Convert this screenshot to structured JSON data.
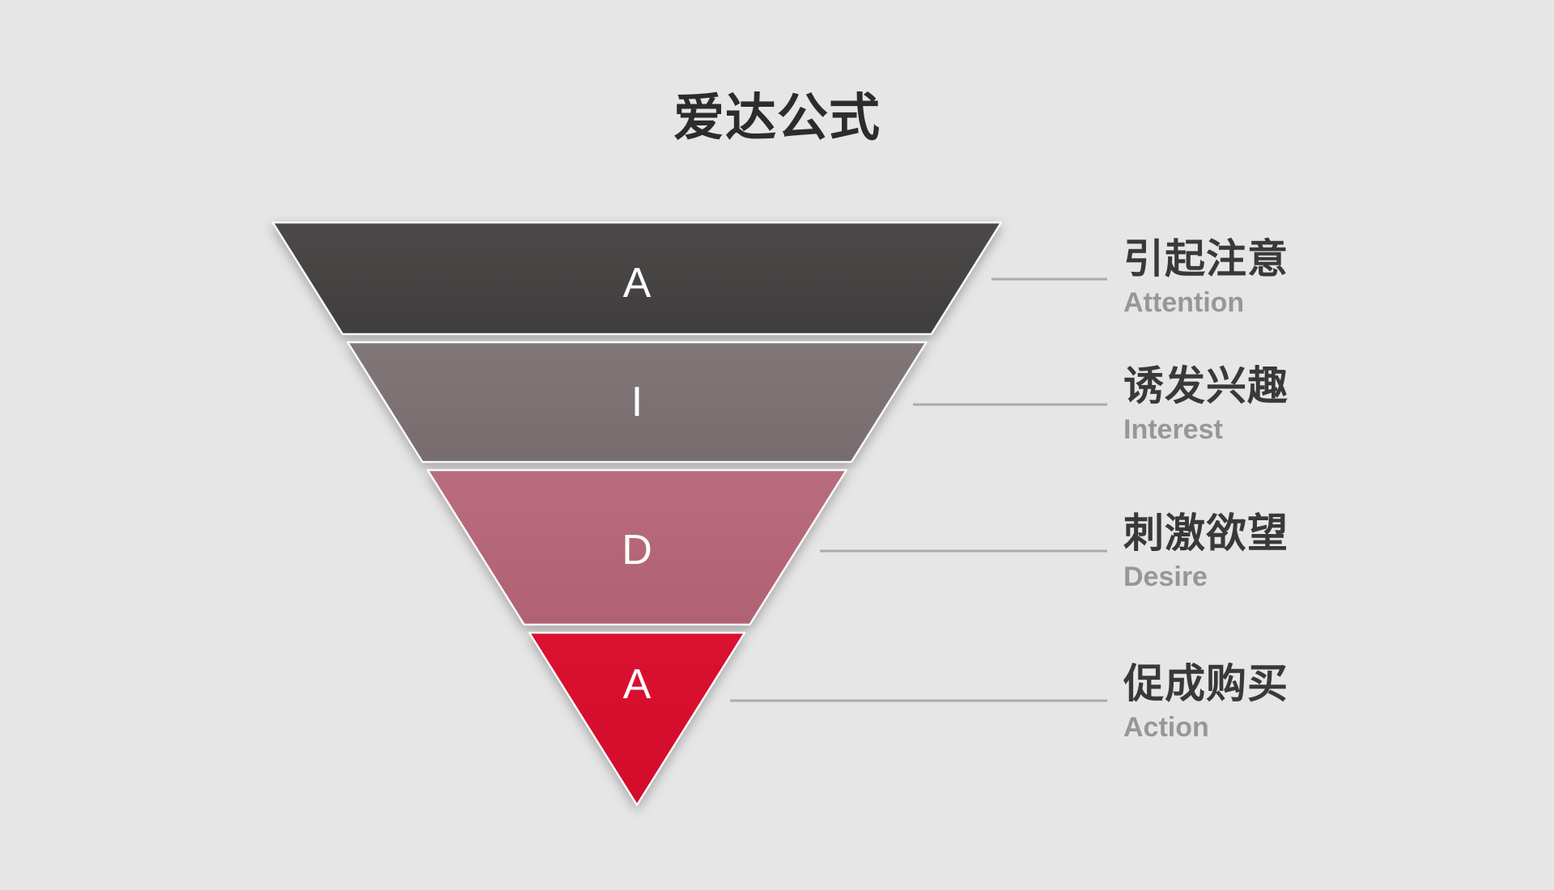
{
  "page": {
    "background_color": "#e6e6e6",
    "title": "爱达公式",
    "title_color": "#2d2c2c"
  },
  "funnel": {
    "type": "inverted-funnel",
    "letter_color": "#ffffff",
    "connector_line_color": "#ababab",
    "label_cn_color": "#3a3838",
    "label_en_color": "#979797",
    "stages": [
      {
        "letter": "A",
        "fill_top": "#4c4949",
        "fill_bottom": "#403d3d",
        "label_cn": "引起注意",
        "label_en": "Attention"
      },
      {
        "letter": "I",
        "fill_top": "#817678",
        "fill_bottom": "#776c6e",
        "label_cn": "诱发兴趣",
        "label_en": "Interest"
      },
      {
        "letter": "D",
        "fill_top": "#b96c7d",
        "fill_bottom": "#b06274",
        "label_cn": "刺激欲望",
        "label_en": "Desire"
      },
      {
        "letter": "A",
        "fill_top": "#da1130",
        "fill_bottom": "#d30c2c",
        "label_cn": "促成购买",
        "label_en": "Action"
      }
    ]
  }
}
